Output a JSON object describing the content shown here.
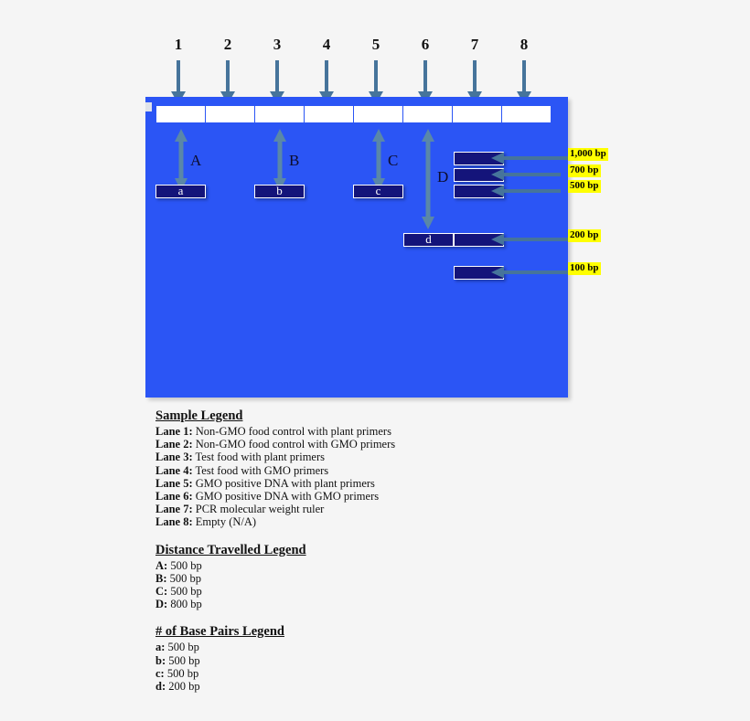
{
  "figure": {
    "type": "gel-electrophoresis-diagram",
    "gel_color": "#2b55f5",
    "band_color": "#14147a",
    "well_color": "#ffffff",
    "arrow_color": "#46749b",
    "highlight_color": "#ffff00"
  },
  "lanes": [
    {
      "number": "1"
    },
    {
      "number": "2"
    },
    {
      "number": "3"
    },
    {
      "number": "4"
    },
    {
      "number": "5"
    },
    {
      "number": "6"
    },
    {
      "number": "7"
    },
    {
      "number": "8"
    }
  ],
  "bands": [
    {
      "id": "a",
      "label": "a",
      "lane": "1"
    },
    {
      "id": "b",
      "label": "b",
      "lane": "3"
    },
    {
      "id": "c",
      "label": "c",
      "lane": "5"
    },
    {
      "id": "d",
      "label": "d",
      "lane": "6"
    },
    {
      "id": "r1000",
      "label": "",
      "lane": "7"
    },
    {
      "id": "r700",
      "label": "",
      "lane": "7"
    },
    {
      "id": "r500",
      "label": "",
      "lane": "7"
    },
    {
      "id": "r200",
      "label": "",
      "lane": "7"
    },
    {
      "id": "r100",
      "label": "",
      "lane": "7"
    }
  ],
  "distance_arrows": [
    {
      "letter": "A"
    },
    {
      "letter": "B"
    },
    {
      "letter": "C"
    },
    {
      "letter": "D"
    }
  ],
  "bp_markers": [
    {
      "value": "1,000 bp"
    },
    {
      "value": "700 bp"
    },
    {
      "value": "500 bp"
    },
    {
      "value": "200 bp"
    },
    {
      "value": "100 bp"
    }
  ],
  "sample_legend": {
    "title": "Sample Legend",
    "rows": [
      {
        "key": "Lane 1:",
        "text": "Non-GMO food control with plant primers"
      },
      {
        "key": "Lane 2:",
        "text": "Non-GMO food control with GMO primers"
      },
      {
        "key": "Lane 3:",
        "text": "Test food with plant primers"
      },
      {
        "key": "Lane 4:",
        "text": "Test food with GMO primers"
      },
      {
        "key": "Lane 5:",
        "text": "GMO positive DNA with plant primers"
      },
      {
        "key": "Lane 6:",
        "text": "GMO positive DNA with GMO primers"
      },
      {
        "key": "Lane 7:",
        "text": "PCR molecular weight ruler"
      },
      {
        "key": "Lane 8:",
        "text": "Empty (N/A)"
      }
    ]
  },
  "distance_legend": {
    "title": "Distance Travelled Legend",
    "rows": [
      {
        "key": "A:",
        "text": "500 bp"
      },
      {
        "key": "B:",
        "text": "500 bp"
      },
      {
        "key": "C:",
        "text": "500 bp"
      },
      {
        "key": "D:",
        "text": "800 bp"
      }
    ]
  },
  "basepairs_legend": {
    "title": "# of Base Pairs Legend",
    "rows": [
      {
        "key": "a:",
        "text": "500 bp"
      },
      {
        "key": "b:",
        "text": "500 bp"
      },
      {
        "key": "c:",
        "text": "500 bp"
      },
      {
        "key": "d:",
        "text": "200 bp"
      }
    ]
  }
}
